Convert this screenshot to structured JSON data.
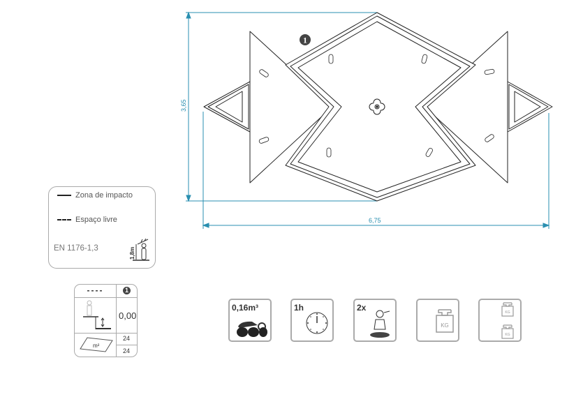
{
  "drawing": {
    "item_number": "1",
    "height_dimension": "3,65",
    "width_dimension": "6,75",
    "dimension_color": "#2a8fb0"
  },
  "legend": {
    "impact_zone": "Zona de impacto",
    "free_space": "Espaço livre",
    "standard": "EN 1176-1,3",
    "height_label": "1,8m"
  },
  "table": {
    "header_dashes": "----",
    "header_item": "1",
    "fall_height": "0,00",
    "area_unit": "m²",
    "area_value_1": "24",
    "area_value_2": "24"
  },
  "icons": [
    {
      "name": "concrete-volume",
      "label": "0,16m³"
    },
    {
      "name": "installation-time",
      "label": "1h"
    },
    {
      "name": "installers",
      "label": "2x"
    },
    {
      "name": "weight",
      "label": "KG"
    },
    {
      "name": "package-weight",
      "label": "KG"
    }
  ]
}
